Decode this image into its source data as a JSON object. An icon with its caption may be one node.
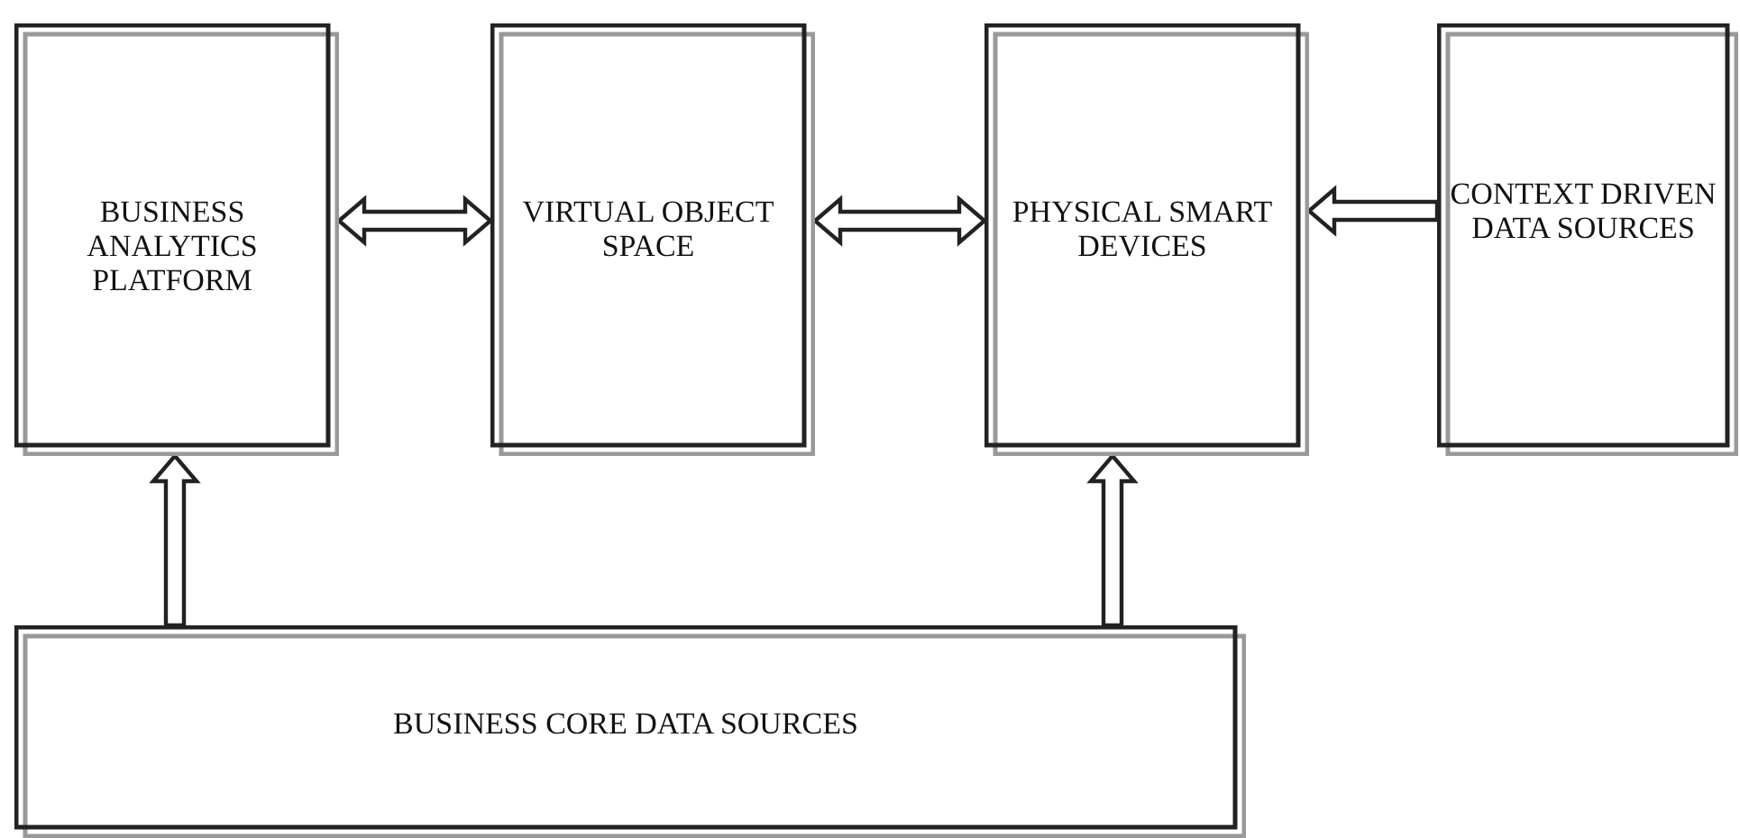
{
  "diagram": {
    "nodes": [
      {
        "text": [
          "BUSINESS ANALYTICS PLATFORM"
        ]
      },
      {
        "text": [
          "VIRTUAL OBJECT SPACE"
        ]
      },
      {
        "text": [
          "PHYSICAL SMART DEVICES"
        ]
      },
      {
        "text": [
          "CONTEXT DRIVEN DATA SOURCES"
        ]
      },
      {
        "text": [
          "BUSINESS CORE DATA SOURCES"
        ]
      }
    ],
    "edges": [
      {
        "from": 0,
        "to": 1,
        "arrow": "both"
      },
      {
        "from": 1,
        "to": 2,
        "arrow": "both"
      },
      {
        "from": 3,
        "to": 2,
        "arrow": "to"
      },
      {
        "from": 4,
        "to": 0,
        "arrow": "to"
      },
      {
        "from": 4,
        "to": 2,
        "arrow": "to"
      }
    ]
  }
}
